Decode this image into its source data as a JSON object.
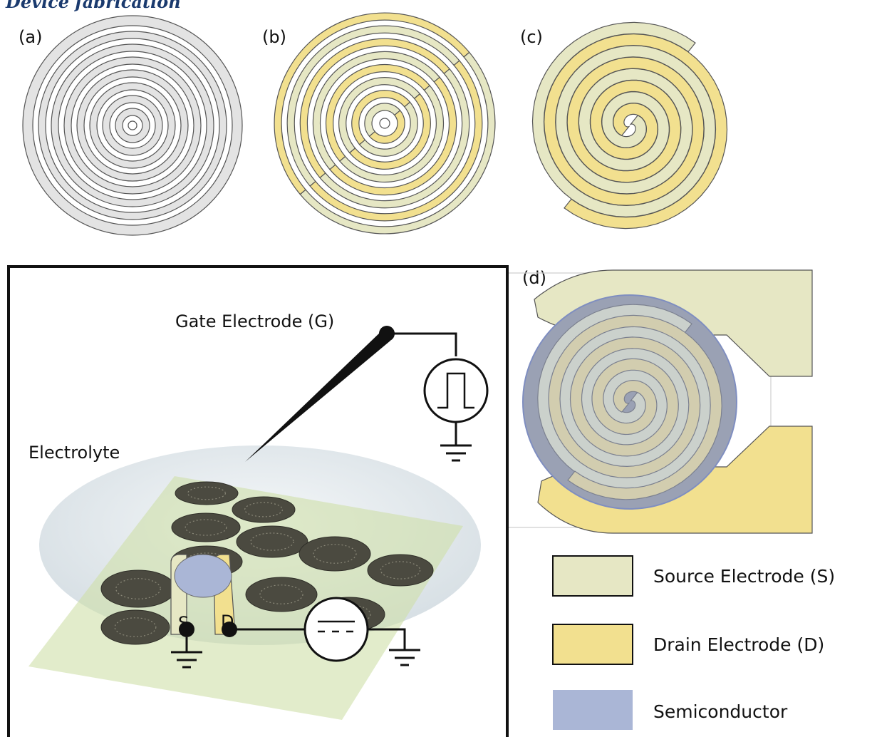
{
  "heading": "Device fabrication",
  "panels": {
    "a": "(a)",
    "b": "(b)",
    "c": "(c)",
    "d": "(d)"
  },
  "schematic": {
    "gate": "Gate Electrode (G)",
    "electrolyte": "Electrolyte",
    "source_tag": "S",
    "drain_tag": "D"
  },
  "legend": [
    {
      "label": "Source Electrode (S)",
      "color": "#e6e7c4"
    },
    {
      "label": "Drain Electrode (D)",
      "color": "#f2e08f"
    },
    {
      "label": "Semiconductor",
      "color": "#aab6d6"
    }
  ],
  "colors": {
    "grey_ring": "#e3e3e3",
    "source": "#e6e7c4",
    "drain": "#f2e08f",
    "semiconductor": "#aab6d6",
    "electrolyte": "#dfe6ea"
  },
  "icons": [
    "pulse-source-icon",
    "dc-source-icon",
    "ground-icon",
    "terminal-dot-icon"
  ]
}
